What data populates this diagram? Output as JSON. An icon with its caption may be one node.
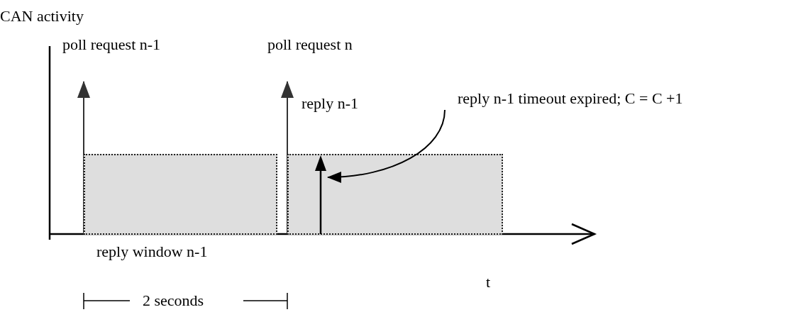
{
  "diagram": {
    "nodes": [
      {
        "text": [],
        "shape": "box",
        "beside": [
          "reply window n-1"
        ]
      },
      {
        "text": [],
        "shape": "box"
      },
      {
        "text": [
          "reply n-1 timeout expired; C = C +1"
        ]
      },
      {
        "text": [],
        "shape": "arrow",
        "in": 1,
        "beside": [
          "reply n-1"
        ]
      }
    ],
    "edges": [
      {
        "from": 2,
        "to": 3,
        "arrow": "to"
      }
    ],
    "labels": [
      "CAN activity",
      "poll request n-1",
      "poll request n",
      "t",
      "2 seconds"
    ]
  }
}
